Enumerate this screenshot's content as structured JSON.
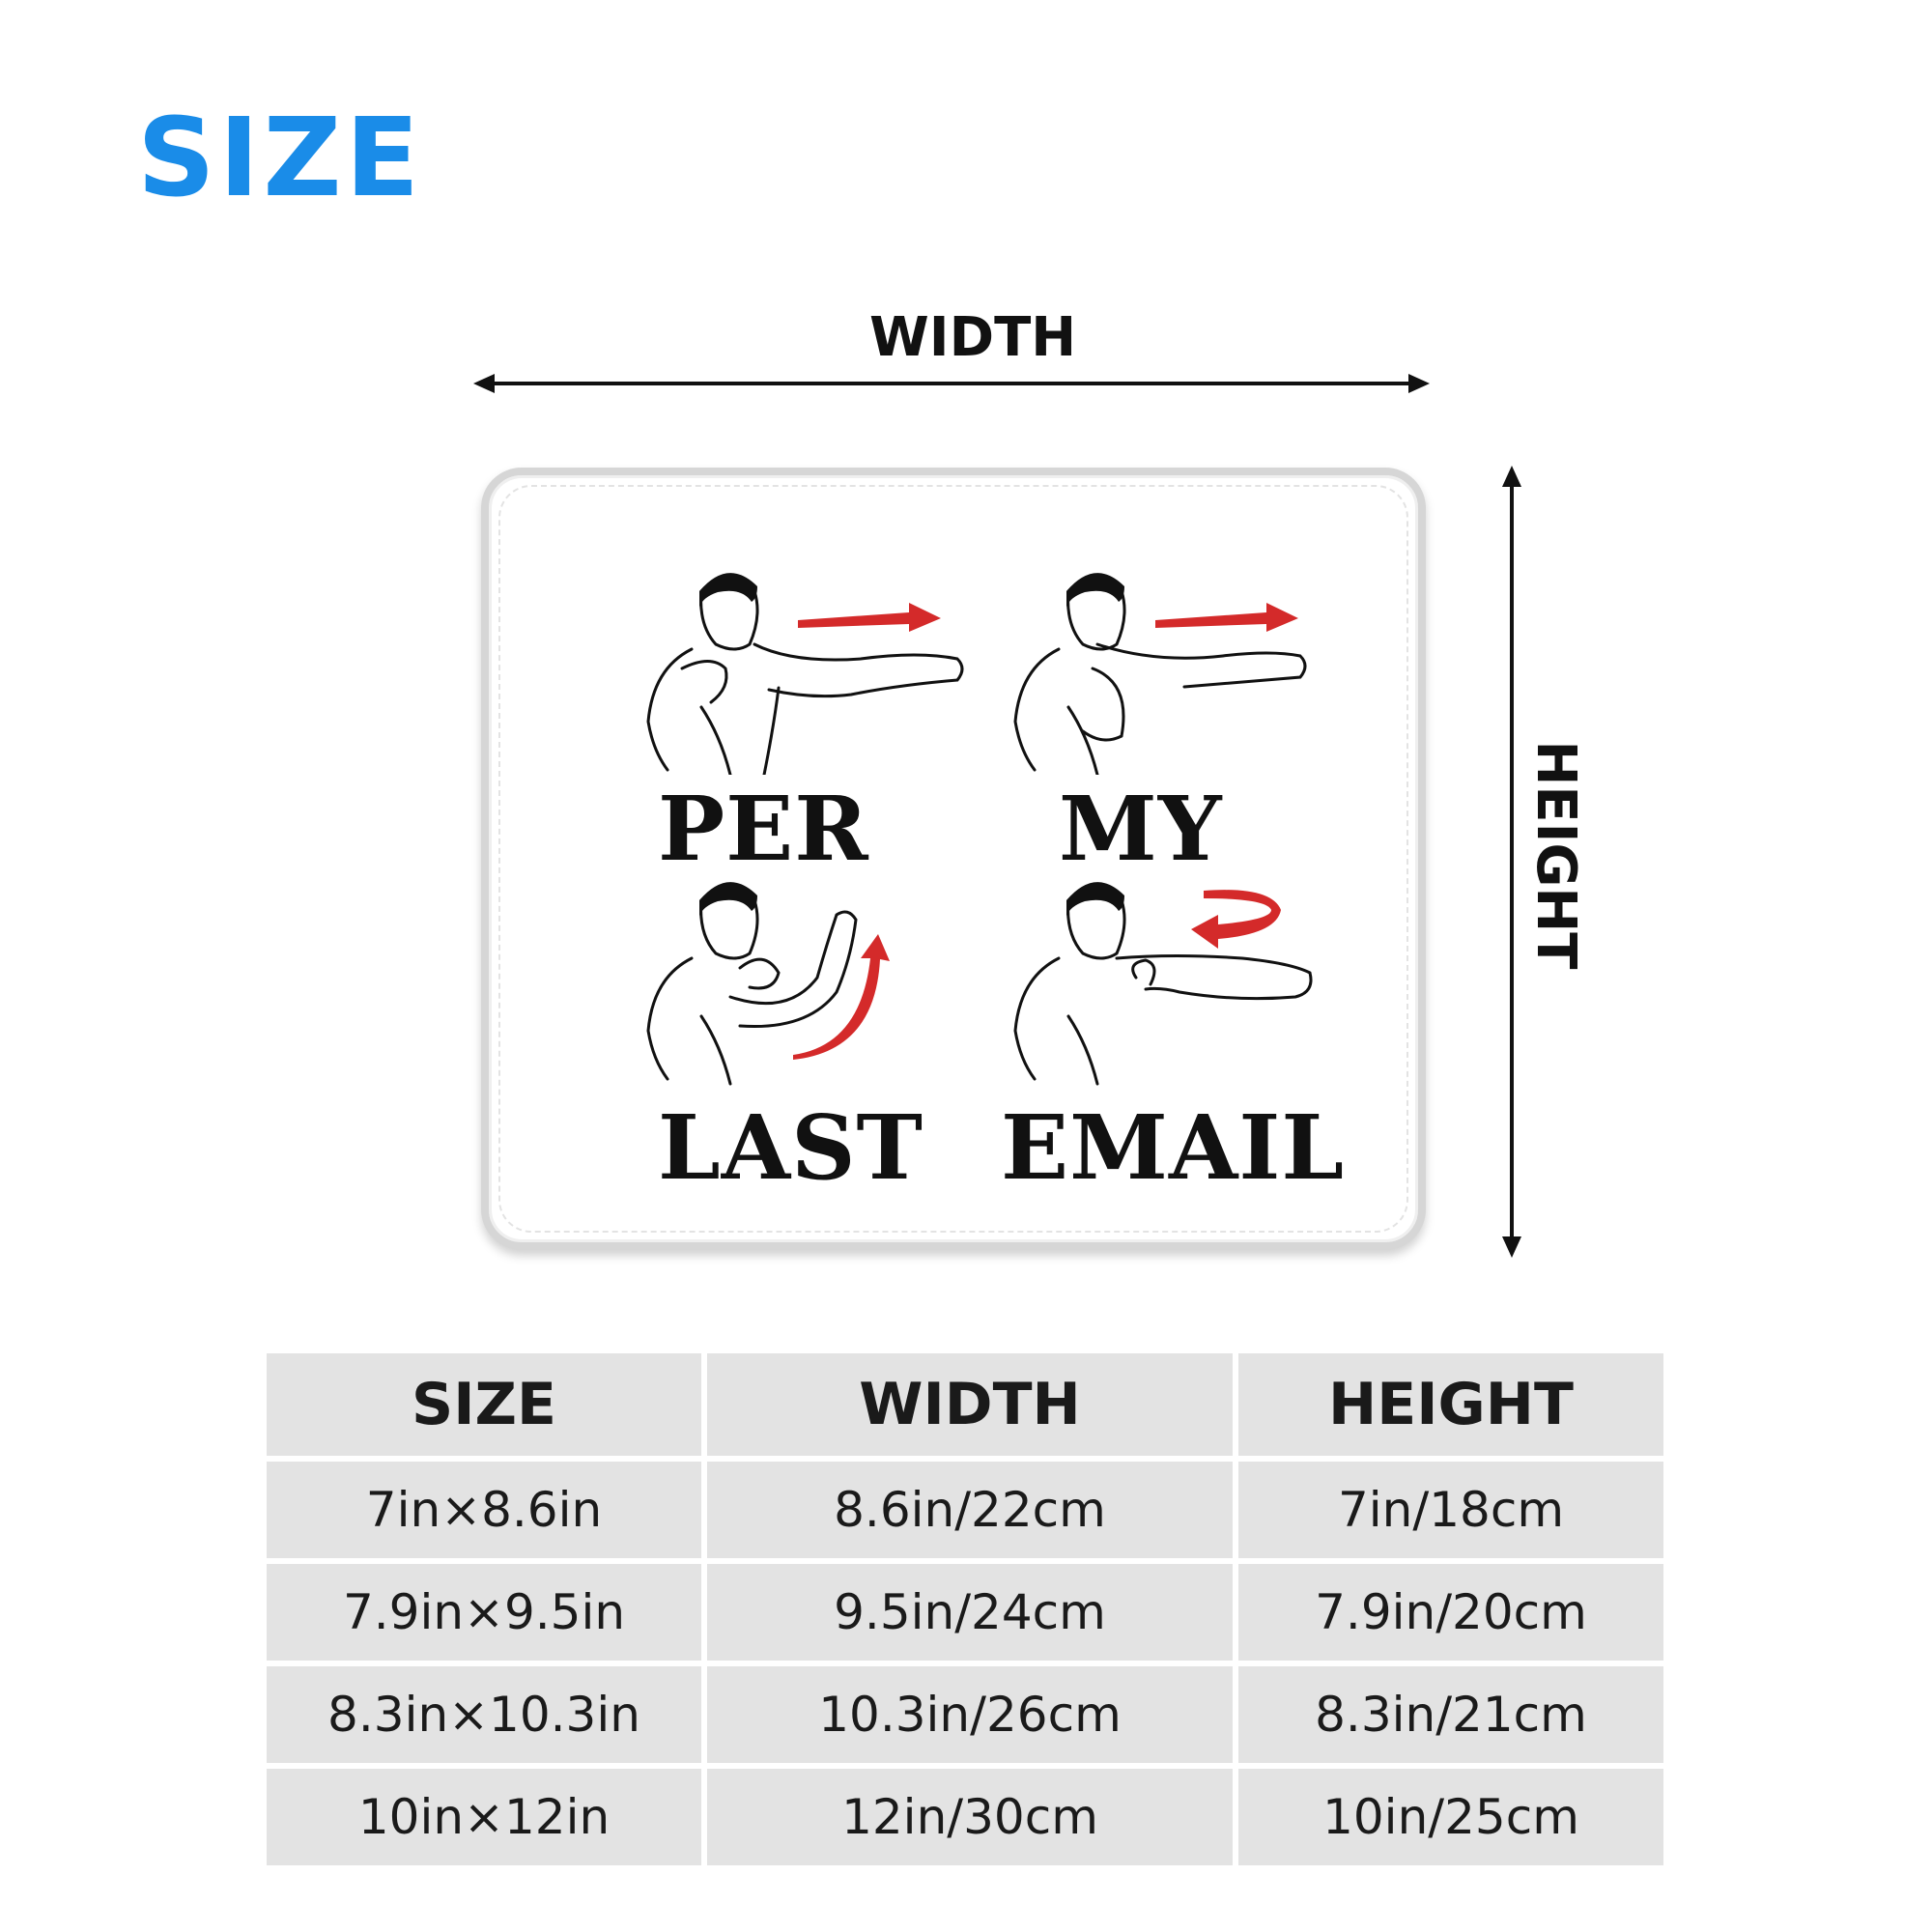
{
  "title": "SIZE",
  "dimension_labels": {
    "width": "WIDTH",
    "height": "HEIGHT"
  },
  "mousepad": {
    "words": [
      "PER",
      "MY",
      "LAST",
      "EMAIL"
    ],
    "arrow_color": "#d42a2a"
  },
  "accent_color": "#1a8ce8",
  "table": {
    "headers": [
      "SIZE",
      "WIDTH",
      "HEIGHT"
    ],
    "rows": [
      [
        "7in×8.6in",
        "8.6in/22cm",
        "7in/18cm"
      ],
      [
        "7.9in×9.5in",
        "9.5in/24cm",
        "7.9in/20cm"
      ],
      [
        "8.3in×10.3in",
        "10.3in/26cm",
        "8.3in/21cm"
      ],
      [
        "10in×12in",
        "12in/30cm",
        "10in/25cm"
      ]
    ]
  }
}
